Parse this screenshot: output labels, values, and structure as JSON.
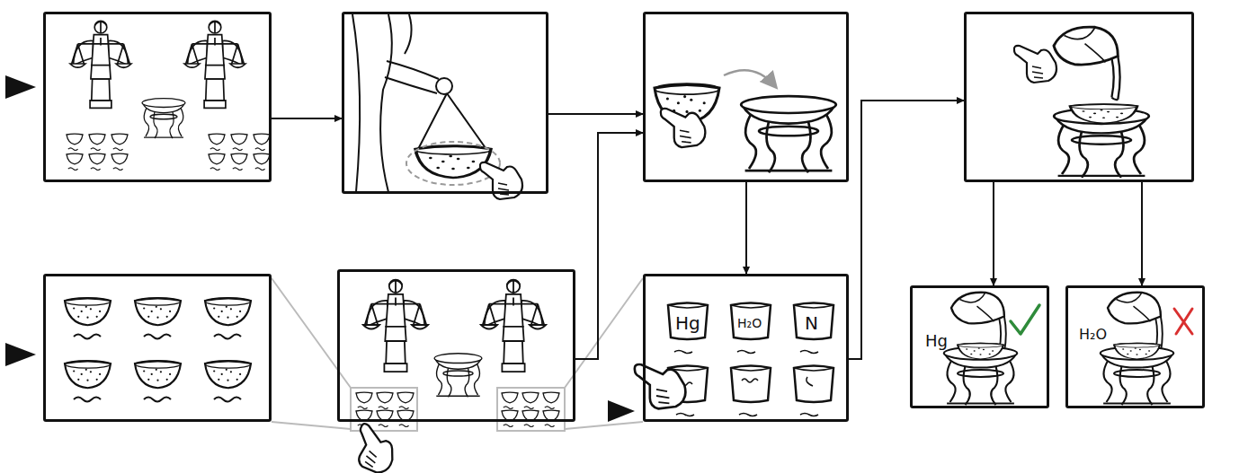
{
  "diagram": {
    "nodes": [
      {
        "text": []
      },
      {
        "text": []
      },
      {
        "text": []
      },
      {
        "text": []
      },
      {
        "text": []
      },
      {
        "text": []
      },
      {
        "text": [
          "Hg",
          "H₂O",
          "N"
        ]
      },
      {
        "text": [
          "Hg"
        ]
      },
      {
        "text": [
          "H₂O"
        ]
      }
    ],
    "edges": [
      {
        "from": 0,
        "to": 1,
        "arrow": "to"
      },
      {
        "from": 1,
        "to": 2,
        "arrow": "to"
      },
      {
        "from": 5,
        "to": 2,
        "arrow": "to"
      },
      {
        "from": 2,
        "to": 6,
        "arrow": "to"
      },
      {
        "from": 6,
        "to": 3,
        "arrow": "to"
      },
      {
        "from": 3,
        "to": 7,
        "arrow": "to"
      },
      {
        "from": 3,
        "to": 8,
        "arrow": "to"
      }
    ]
  }
}
